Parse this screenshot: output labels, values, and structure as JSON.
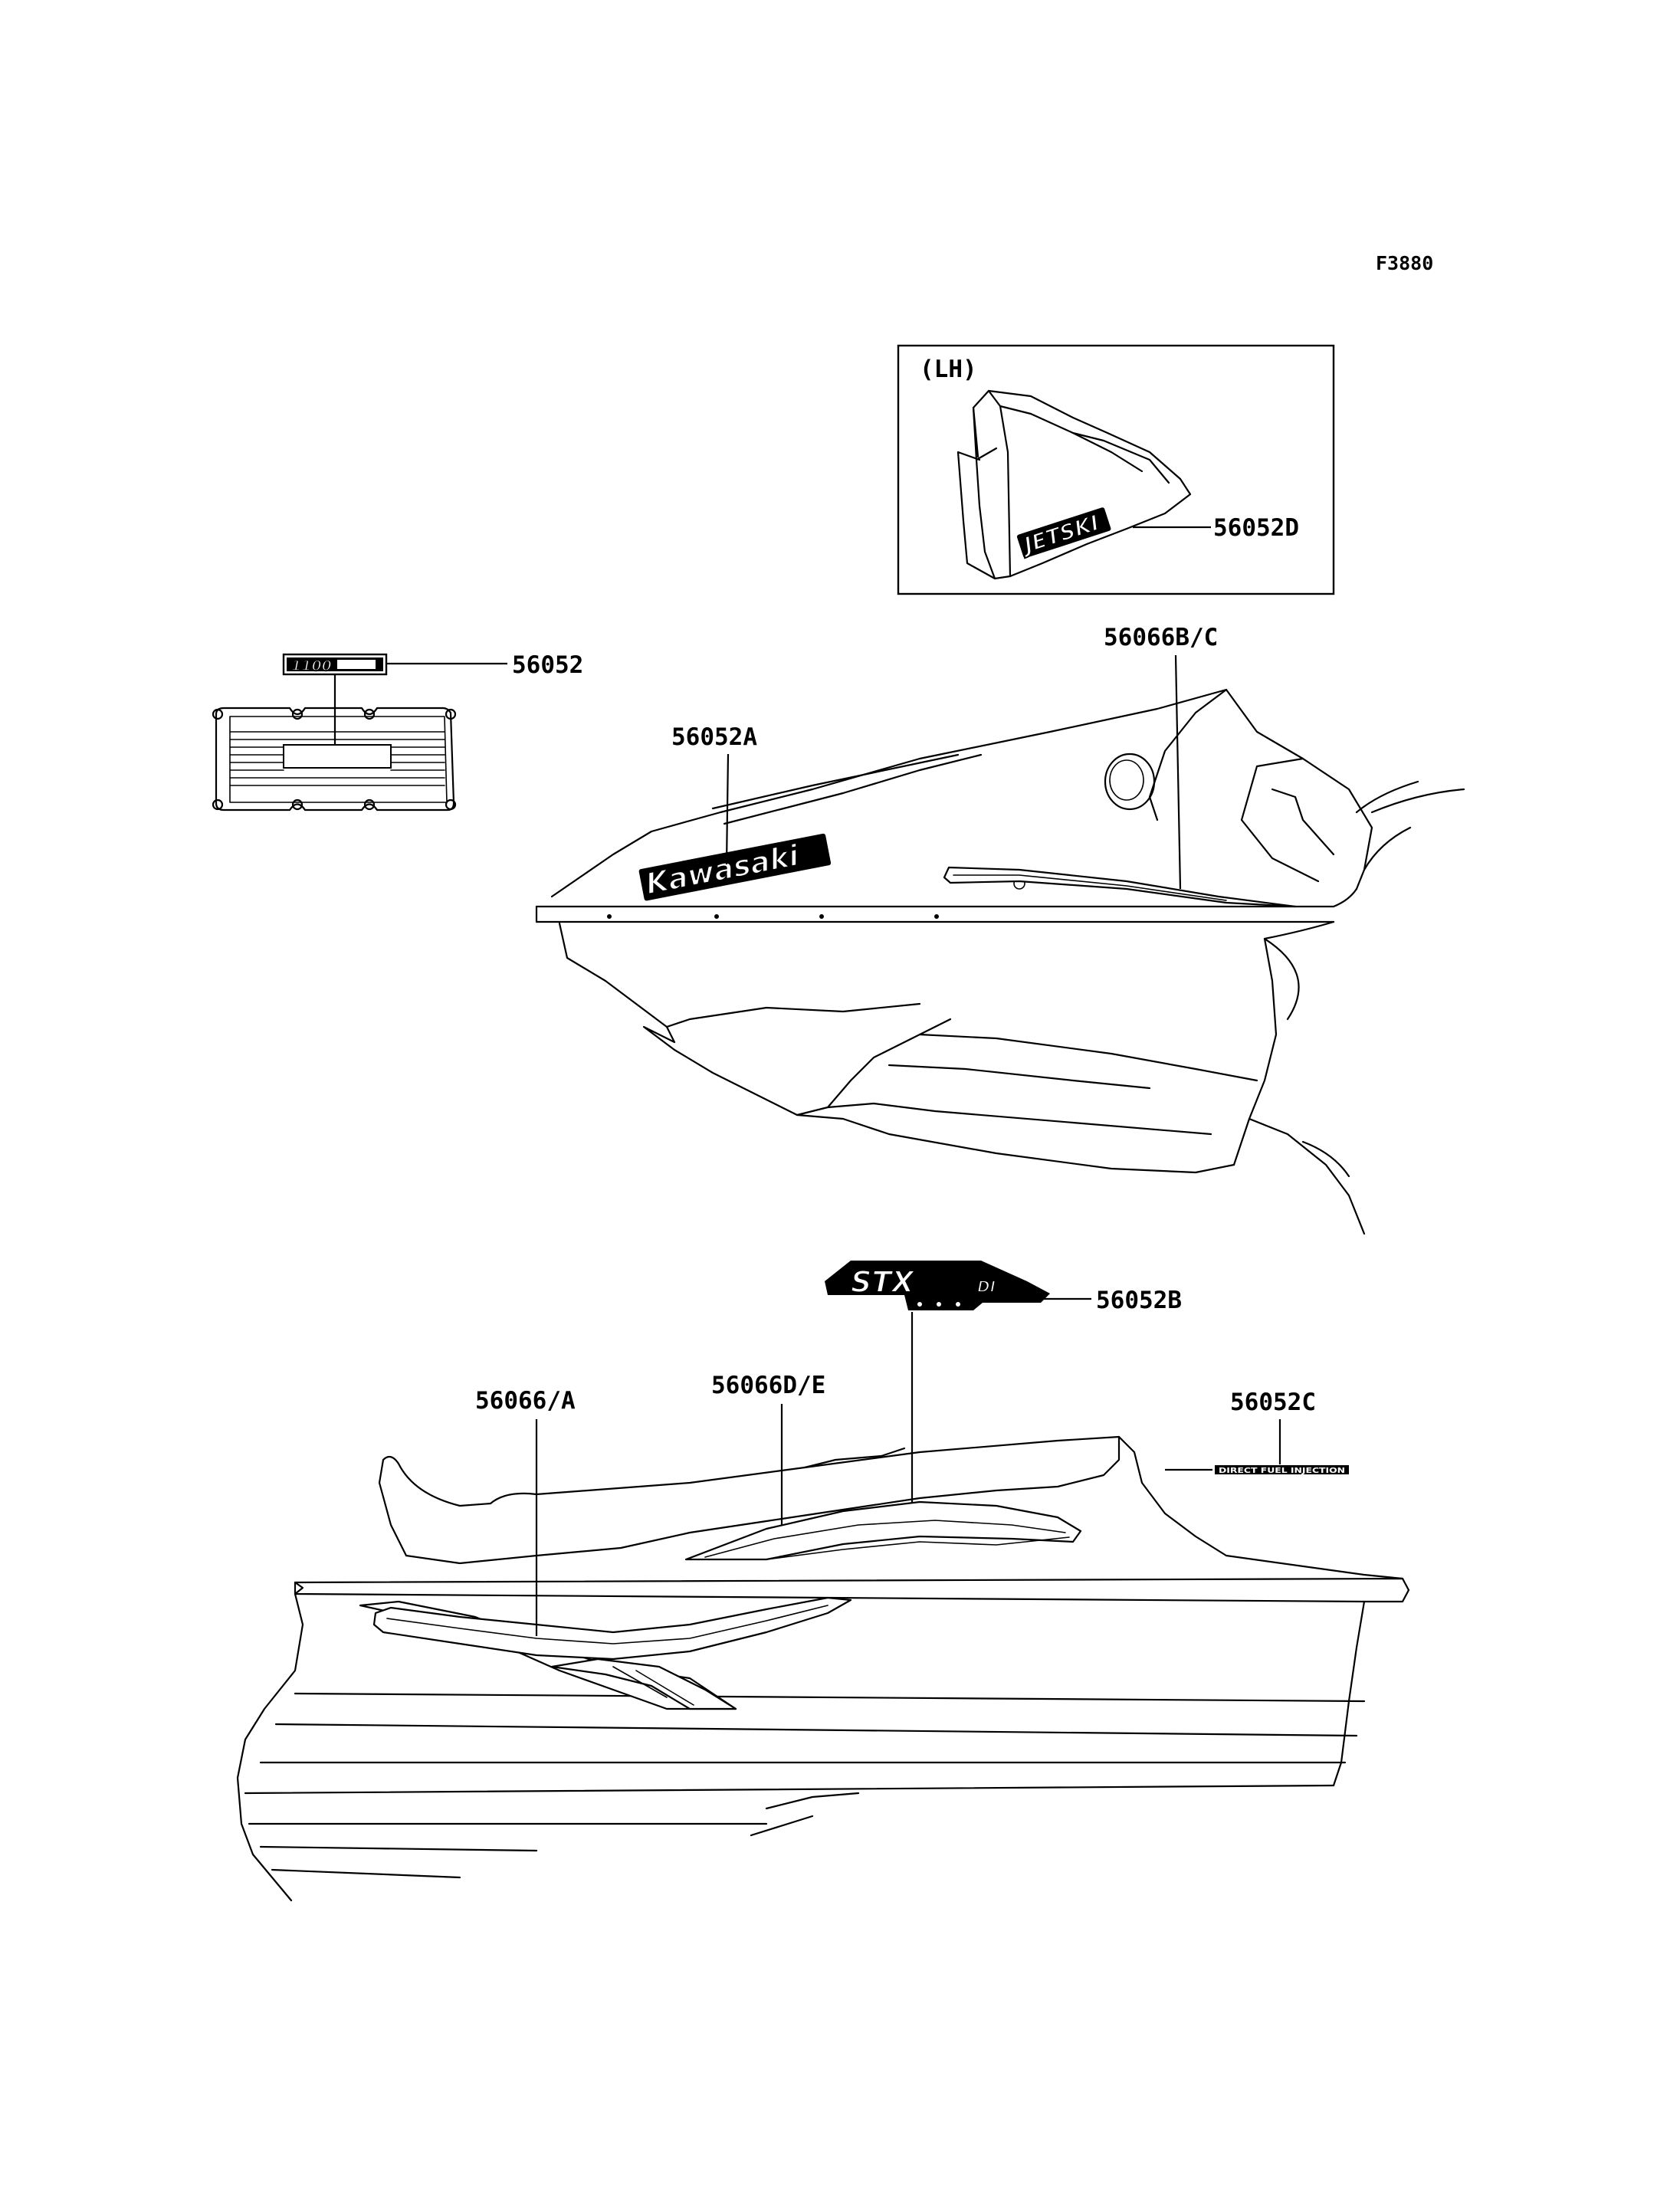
{
  "figure_code": "F3880",
  "inset": {
    "label": "(LH)"
  },
  "callouts": {
    "p56052": "56052",
    "p56052A": "56052A",
    "p56052B": "56052B",
    "p56052C": "56052C",
    "p56052D": "56052D",
    "p56066": "56066/A",
    "p56066BC": "56066B/C",
    "p56066DE": "56066D/E"
  },
  "decal_text": {
    "kawasaki": "Kawasaki",
    "jetski": "JETSKI",
    "stx": "STX",
    "stx_suffix": "DI",
    "badge_1100": "1100",
    "direct_injection": "DIRECT FUEL INJECTION"
  }
}
